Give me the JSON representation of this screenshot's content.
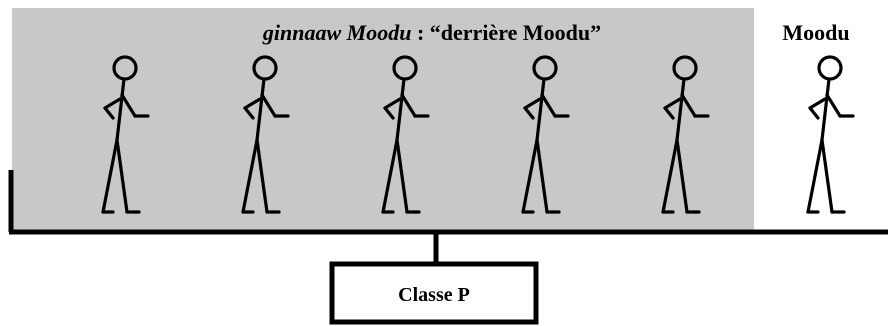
{
  "region": {
    "caption_italic": "ginnaaw Moodu",
    "caption_rest": " : “derrière Moodu”",
    "fill_color": "#c8c8c8",
    "figure_count": 5
  },
  "reference": {
    "label": "Moodu"
  },
  "class_box": {
    "label": "Classe P"
  },
  "line_color": "#000000"
}
